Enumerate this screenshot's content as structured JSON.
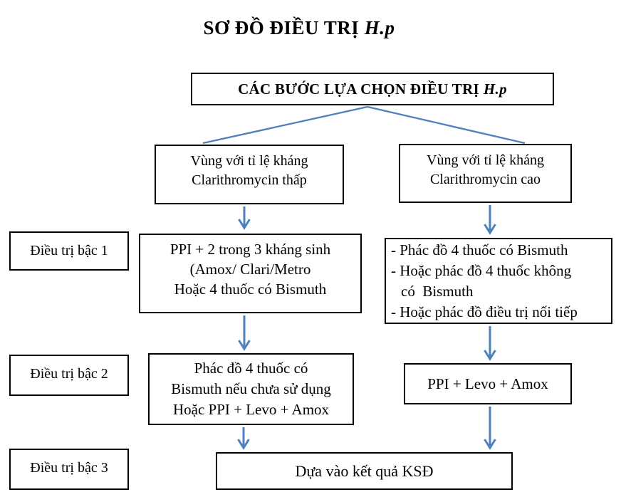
{
  "title": {
    "text": "SƠ ĐỒ ĐIỀU TRỊ",
    "emphasis": "H.p"
  },
  "top_box": {
    "text": "CÁC BƯỚC LỰA CHỌN ĐIỀU TRỊ",
    "emphasis": "H.p"
  },
  "branches": {
    "left": {
      "lines": [
        "Vùng với tỉ lệ kháng",
        "Clarithromycin thấp"
      ]
    },
    "right": {
      "lines": [
        "Vùng với tỉ lệ kháng",
        "Clarithromycin cao"
      ]
    }
  },
  "row_labels": [
    "Điều trị bậc 1",
    "Điều trị bậc 2",
    "Điều trị bậc 3"
  ],
  "level1": {
    "left": {
      "lines": [
        "PPI + 2 trong 3 kháng sinh",
        "(Amox/ Clari/Metro",
        "Hoặc 4 thuốc có Bismuth"
      ]
    },
    "right": {
      "lines": [
        "- Phác đồ 4 thuốc có Bismuth",
        "- Hoặc phác đồ 4 thuốc không",
        "có  Bismuth",
        "- Hoặc phác đồ điều trị nối tiếp"
      ]
    }
  },
  "level2": {
    "left": {
      "lines": [
        "Phác đồ 4 thuốc có",
        "Bismuth nếu chưa sử dụng",
        "Hoặc PPI + Levo + Amox"
      ]
    },
    "right": {
      "text": "PPI + Levo + Amox"
    }
  },
  "level3": {
    "text": "Dựa vào kết quả KSĐ"
  },
  "colors": {
    "arrow": "#4F81BD",
    "border": "#000000",
    "background": "#FFFFFF"
  }
}
